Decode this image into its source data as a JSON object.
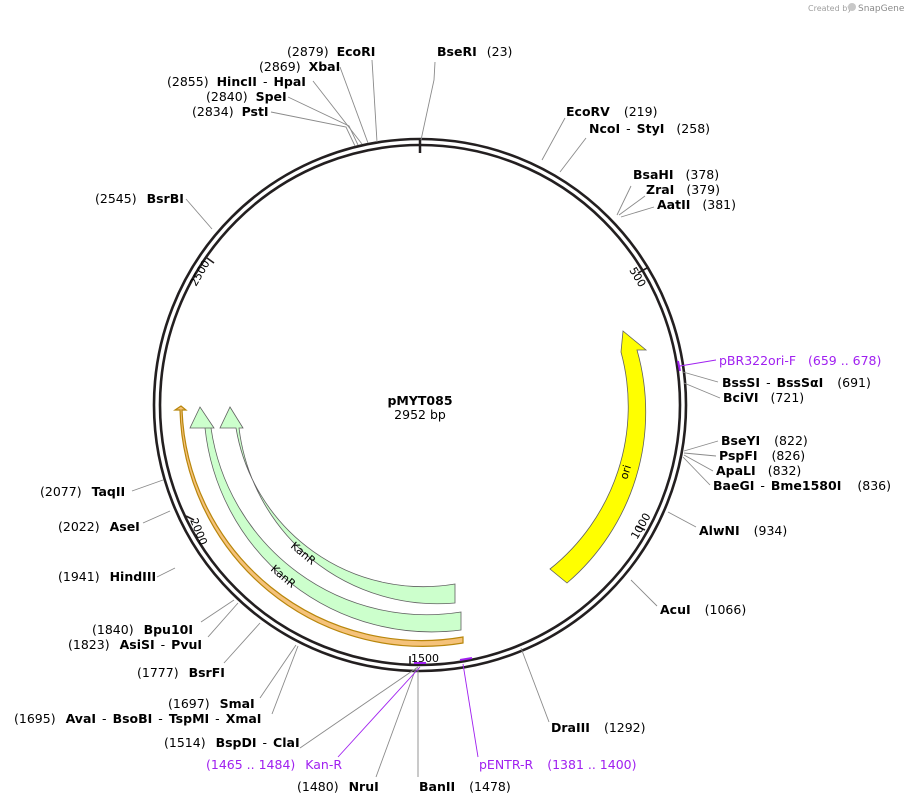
{
  "credit": {
    "prefix": "Created by",
    "brand": "SnapGene"
  },
  "plasmid": {
    "name": "pMYT085",
    "size": "2952 bp"
  },
  "ticks": [
    "500",
    "1000",
    "1500",
    "2000",
    "2500"
  ],
  "features": {
    "ori": "ori",
    "kanr_1": "KanR",
    "kanr_2": "KanR"
  },
  "sites": [
    {
      "name": "BseRI",
      "pos": "(23)"
    },
    {
      "name": "EcoRV",
      "pos": "(219)"
    },
    {
      "name": "NcoI",
      "sep": "-",
      "name2": "StyI",
      "pos": "(258)"
    },
    {
      "name": "BsaHI",
      "pos": "(378)"
    },
    {
      "name": "ZraI",
      "pos": "(379)"
    },
    {
      "name": "AatII",
      "pos": "(381)"
    },
    {
      "name": "BssSI",
      "sep": "-",
      "name2": "BssSαI",
      "pos": "(691)"
    },
    {
      "name": "BciVI",
      "pos": "(721)"
    },
    {
      "name": "BseYI",
      "pos": "(822)"
    },
    {
      "name": "PspFI",
      "pos": "(826)"
    },
    {
      "name": "ApaLI",
      "pos": "(832)"
    },
    {
      "name": "BaeGI",
      "sep": "-",
      "name2": "Bme1580I",
      "pos": "(836)"
    },
    {
      "name": "AlwNI",
      "pos": "(934)"
    },
    {
      "name": "AcuI",
      "pos": "(1066)"
    },
    {
      "name": "DraIII",
      "pos": "(1292)"
    },
    {
      "name": "BanII",
      "pos": "(1478)"
    },
    {
      "name": "NruI",
      "pos": "(1480)"
    },
    {
      "name": "BspDI",
      "sep": "-",
      "name2": "ClaI",
      "pos": "(1514)"
    },
    {
      "name": "AvaI",
      "sep": "-",
      "name2": "BsoBI",
      "sep2": "-",
      "name3": "TspMI",
      "sep3": "-",
      "name4": "XmaI",
      "pos": "(1695)"
    },
    {
      "name": "SmaI",
      "pos": "(1697)"
    },
    {
      "name": "BsrFI",
      "pos": "(1777)"
    },
    {
      "name": "AsiSI",
      "sep": "-",
      "name2": "PvuI",
      "pos": "(1823)"
    },
    {
      "name": "Bpu10I",
      "pos": "(1840)"
    },
    {
      "name": "HindIII",
      "pos": "(1941)"
    },
    {
      "name": "AseI",
      "pos": "(2022)"
    },
    {
      "name": "TaqII",
      "pos": "(2077)"
    },
    {
      "name": "BsrBI",
      "pos": "(2545)"
    },
    {
      "name": "PstI",
      "pos": "(2834)"
    },
    {
      "name": "SpeI",
      "pos": "(2840)"
    },
    {
      "name": "HincII",
      "sep": "-",
      "name2": "HpaI",
      "pos": "(2855)"
    },
    {
      "name": "XbaI",
      "pos": "(2869)"
    },
    {
      "name": "EcoRI",
      "pos": "(2879)"
    }
  ],
  "primers": [
    {
      "name": "pBR322ori-F",
      "range": "(659 .. 678)"
    },
    {
      "name": "pENTR-R",
      "range": "(1381 .. 1400)"
    },
    {
      "name": "Kan-R",
      "range": "(1465 .. 1484)"
    }
  ],
  "colors": {
    "backbone": "#231f20",
    "ori": "#ffff00",
    "kanr": "#ccffcc",
    "highlight": "#f5c27a",
    "primer": "#a020f0",
    "leader": "#8a8a8a"
  }
}
